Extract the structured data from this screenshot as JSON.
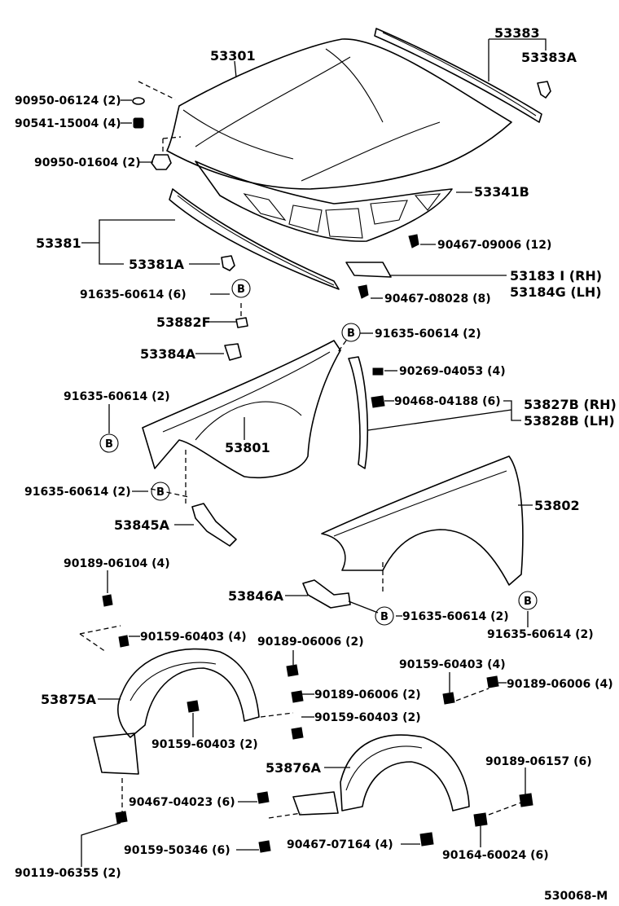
{
  "labels": {
    "l53301": "53301",
    "l53383": "53383",
    "l53383A": "53383A",
    "l9095006124": "90950-06124 (2)",
    "l9054115004": "90541-15004 (4)",
    "l9095001604": "90950-01604 (2)",
    "l53341B": "53341B",
    "l53381": "53381",
    "l53381A": "53381A",
    "l9046709006": "90467-09006 (12)",
    "l53183I": "53183 I (RH)",
    "l53184G": "53184G (LH)",
    "l9046708028": "90467-08028 (8)",
    "l9163560614a": "91635-60614 (6)",
    "l53882F": "53882F",
    "l9163560614b": "91635-60614 (2)",
    "l53384A": "53384A",
    "l9026904053": "90269-04053 (4)",
    "l9046804188": "90468-04188 (6)",
    "l53827B": "53827B (RH)",
    "l53828B": "53828B (LH)",
    "l9163560614c": "91635-60614 (2)",
    "l53801": "53801",
    "l9163560614d": "91635-60614 (2)",
    "l53802": "53802",
    "l53845A": "53845A",
    "l53846A": "53846A",
    "l9163560614e": "91635-60614 (2)",
    "l9163560614f": "91635-60614 (2)",
    "l9018906104": "90189-06104 (4)",
    "l9015960403a": "90159-60403 (4)",
    "l9018906006a": "90189-06006 (2)",
    "l9015960403b": "90159-60403 (4)",
    "l9018906006b": "90189-06006 (4)",
    "l53875A": "53875A",
    "l9018906006c": "90189-06006 (2)",
    "l9015960403c": "90159-60403 (2)",
    "l9015960403d": "90159-60403 (2)",
    "l9018906157": "90189-06157 (6)",
    "l53876A": "53876A",
    "l9046704023": "90467-04023 (6)",
    "l9015950346": "90159-50346 (6)",
    "l9046707164": "90467-07164 (4)",
    "l9011906355": "90119-06355 (2)",
    "l9016460024": "90164-60024 (6)",
    "footer": "530068-M"
  },
  "marker": "B"
}
